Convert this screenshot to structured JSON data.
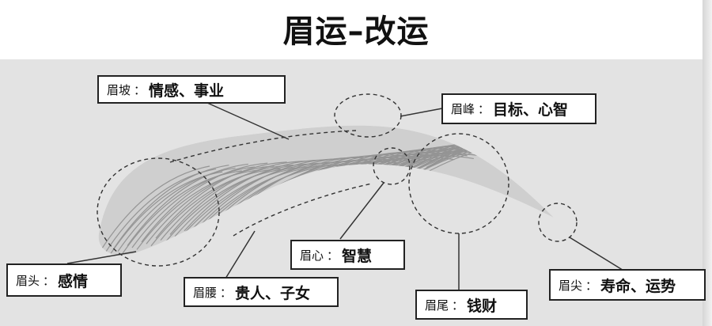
{
  "title": "眉运–改运",
  "labels": {
    "meipo": {
      "name": "眉坡",
      "separator": "：",
      "meaning": "情感、事业"
    },
    "meifeng": {
      "name": "眉峰",
      "separator": "：",
      "meaning": "目标、心智"
    },
    "meitou": {
      "name": "眉头",
      "separator": "：",
      "meaning": "感情"
    },
    "meiyao": {
      "name": "眉腰",
      "separator": "：",
      "meaning": "贵人、子女"
    },
    "meixin": {
      "name": "眉心",
      "separator": "：",
      "meaning": "智慧"
    },
    "meiwei": {
      "name": "眉尾",
      "separator": "：",
      "meaning": "钱财"
    },
    "meijian": {
      "name": "眉尖",
      "separator": "：",
      "meaning": "寿命、运势"
    }
  },
  "colors": {
    "background_panel": "#e3e3e3",
    "brow_stroke": "#8a8a8a",
    "leader_line": "#333333",
    "label_border": "#222222"
  }
}
